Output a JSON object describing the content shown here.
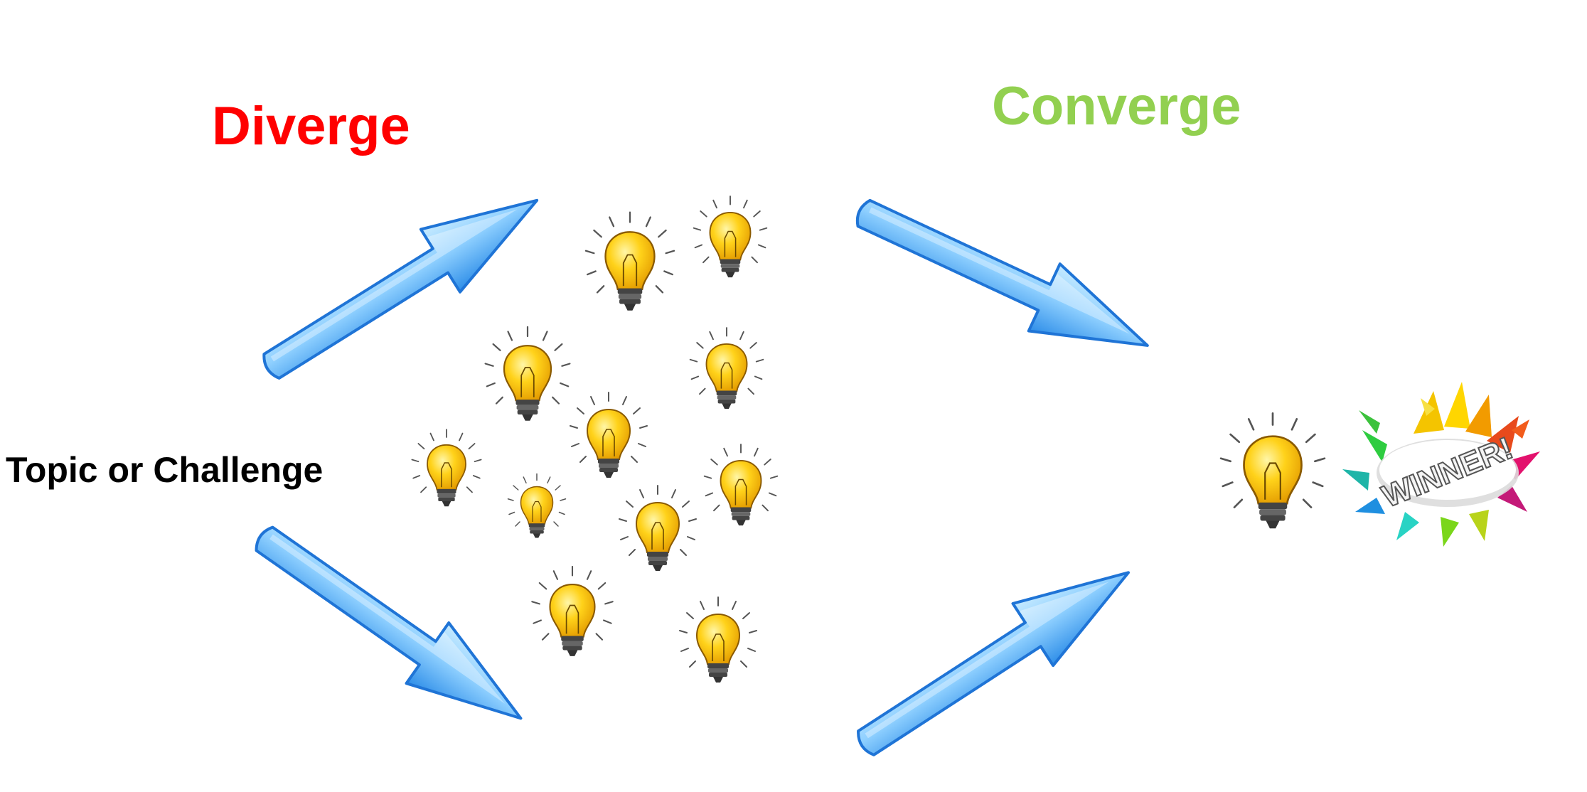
{
  "labels": {
    "diverge": "Diverge",
    "converge": "Converge",
    "topic": "Topic or Challenge",
    "winner": "WINNER!"
  },
  "colors": {
    "diverge": "#ff0000",
    "converge": "#92d050",
    "arrow_light": "#bfe6ff",
    "arrow_mid": "#55b8f0",
    "arrow_dark": "#1f74d6",
    "bulb_yellow": "#ffd21a",
    "bulb_base": "#444444"
  },
  "icons": {
    "arrow": "arrow-icon",
    "bulb": "lightbulb-icon",
    "winner": "winner-burst-icon"
  }
}
